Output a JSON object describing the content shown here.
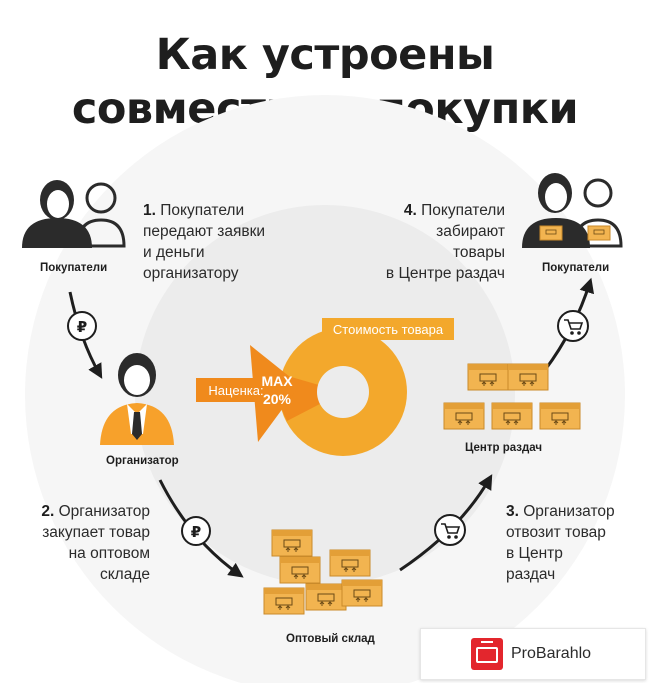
{
  "title": [
    "Как устроены",
    "совместные покупки"
  ],
  "steps": [
    {
      "num": "1.",
      "lines": [
        "Покупатели",
        "передают заявки",
        "и деньги",
        "организатору"
      ]
    },
    {
      "num": "2.",
      "lines": [
        "Организатор",
        "закупает товар",
        "на оптовом",
        "складе"
      ]
    },
    {
      "num": "3.",
      "lines": [
        "Организатор",
        "отвозит товар",
        "в Центр",
        "раздач"
      ]
    },
    {
      "num": "4.",
      "lines": [
        "Покупатели",
        "забирают",
        "товары",
        "в Центре раздач"
      ]
    }
  ],
  "captions": {
    "buyers_top": "Покупатели",
    "organizer": "Организатор",
    "warehouse": "Оптовый склад",
    "center": "Центр раздач",
    "buyers_right": "Покупатели"
  },
  "ruble_symbol": "₽",
  "pie": {
    "cost_label": "Стоимость товара",
    "markup_label": "Наценка:",
    "markup_value_line1": "MAX",
    "markup_value_line2": "20%",
    "markup_share": 0.2
  },
  "watermark": "ProBarahlo",
  "colors": {
    "accent": "#f7a12b",
    "accent_dark": "#f08a1c",
    "box": "#f2b450",
    "box_dark": "#c98a2a",
    "person": "#2b2b2b"
  }
}
